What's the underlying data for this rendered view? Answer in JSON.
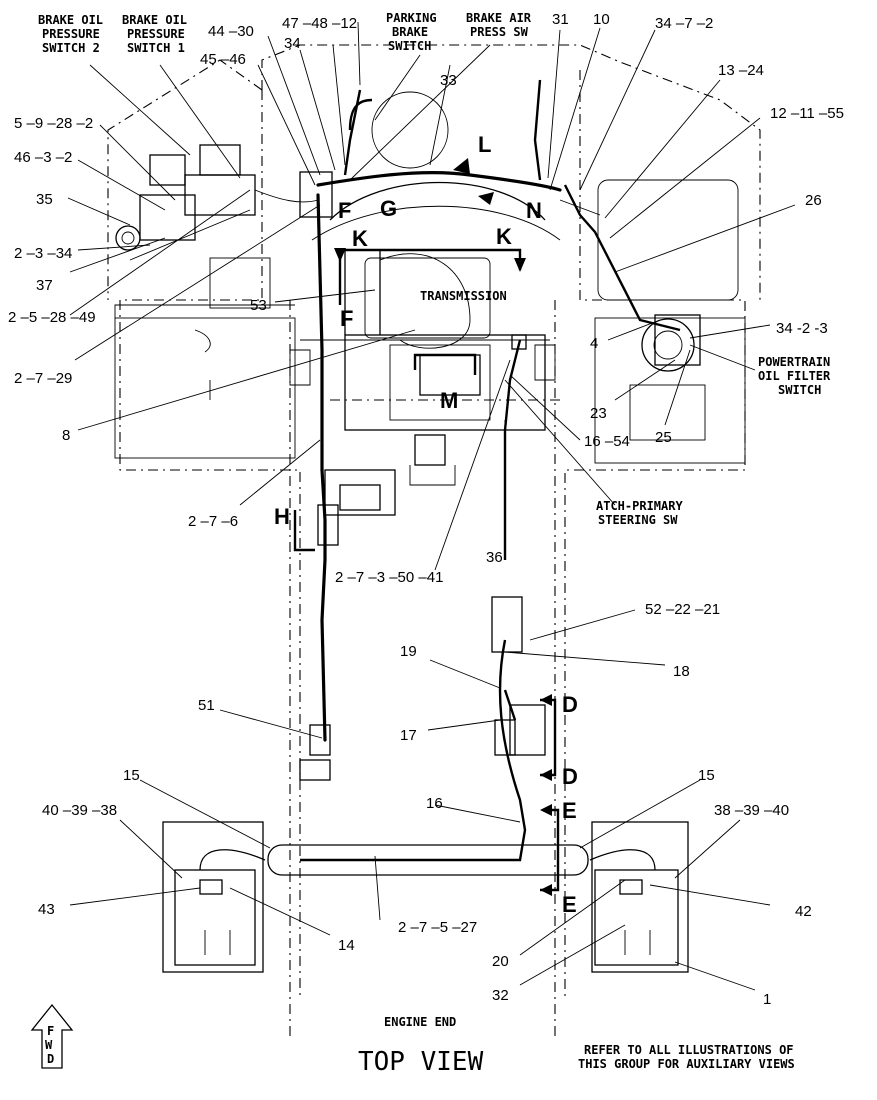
{
  "labels": {
    "brake_oil_sw2": [
      "BRAKE OIL",
      "PRESSURE",
      "SWITCH 2"
    ],
    "brake_oil_sw1": [
      "BRAKE OIL",
      "PRESSURE",
      "SWITCH 1"
    ],
    "parking_brake_sw": [
      "PARKING",
      "BRAKE",
      "SWITCH"
    ],
    "brake_air_press_sw": [
      "BRAKE AIR",
      "PRESS SW"
    ],
    "transmission": "TRANSMISSION",
    "powertrain_sw": [
      "POWERTRAIN",
      "OIL FILTER",
      "SWITCH"
    ],
    "atch_steering_sw": [
      "ATCH-PRIMARY",
      "STEERING SW"
    ],
    "engine_end": "ENGINE END",
    "top_view": "TOP VIEW",
    "refer_note": [
      "REFER TO ALL ILLUSTRATIONS OF",
      "THIS GROUP FOR AUXILIARY VIEWS"
    ],
    "fwd": [
      "F",
      "W",
      "D"
    ]
  },
  "callouts": [
    "44 –30",
    "47 –48 –12",
    "34",
    "45 –46",
    "31",
    "10",
    "34 –7 –2",
    "13 –24",
    "12 –11 –55",
    "26",
    "5 –9 –28 –2",
    "46 –3 –2",
    "35",
    "2 –3 –34",
    "37",
    "2 –5 –28 –49",
    "2 –7 –29",
    "33",
    "53",
    "4",
    "34 -2 -3",
    "23",
    "25",
    "8",
    "16 –54",
    "2 –7 –6",
    "36",
    "2 –7 –3 –50 –41",
    "52 –22 –21",
    "18",
    "19",
    "17",
    "51",
    "15",
    "15",
    "16",
    "40 –39 –38",
    "38 –39 –40",
    "43",
    "14",
    "2 –7 –5 –27",
    "42",
    "20",
    "32",
    "1"
  ],
  "view_letters": [
    "L",
    "F",
    "G",
    "N",
    "K",
    "K",
    "F",
    "M",
    "H",
    "D",
    "D",
    "E",
    "E"
  ]
}
